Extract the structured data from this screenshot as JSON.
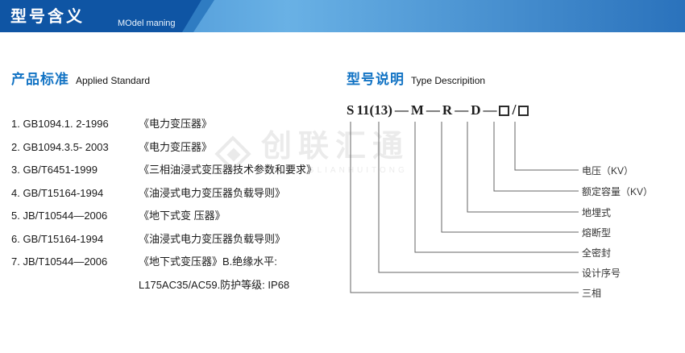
{
  "header": {
    "title": "型号含义",
    "subtitle": "MOdel maning"
  },
  "watermark": {
    "text": "创联汇通",
    "subtext": "CHUANGLIANHUITONG"
  },
  "colors": {
    "header_blue_dark": "#0f55a4",
    "header_blue": "#3884cc",
    "heading_blue": "#1273c4"
  },
  "standards": {
    "heading": "产品标准",
    "heading_en": "Applied Standard",
    "items": [
      {
        "code": "1. GB1094.1. 2-1996",
        "title": "《电力变压器》"
      },
      {
        "code": "2. GB1094.3.5- 2003",
        "title": "《电力变压器》"
      },
      {
        "code": "3. GB/T6451-1999",
        "title": "《三相油浸式变压器技术参数和要求》"
      },
      {
        "code": "4. GB/T15164-1994",
        "title": "《油浸式电力变压器负载导则》"
      },
      {
        "code": "5. JB/T10544—2006",
        "title": "《地下式变 压器》"
      },
      {
        "code": "6. GB/T15164-1994",
        "title": "《油浸式电力变压器负载导则》"
      },
      {
        "code": "7. JB/T10544—2006",
        "title": "《地下式变压器》B.绝缘水平:"
      }
    ],
    "continuation": "L175AC35/AC59.防护等级: IP68"
  },
  "model": {
    "heading": "型号说明",
    "heading_en": "Type Descripition",
    "code": {
      "parts": [
        "S",
        "11(13)",
        "M",
        "R",
        "D"
      ],
      "dash": "—",
      "slash": "/"
    },
    "labels": [
      "电压（KV）",
      "额定容量（KV）",
      "地埋式",
      "熔断型",
      "全密封",
      "设计序号",
      "三相"
    ]
  }
}
